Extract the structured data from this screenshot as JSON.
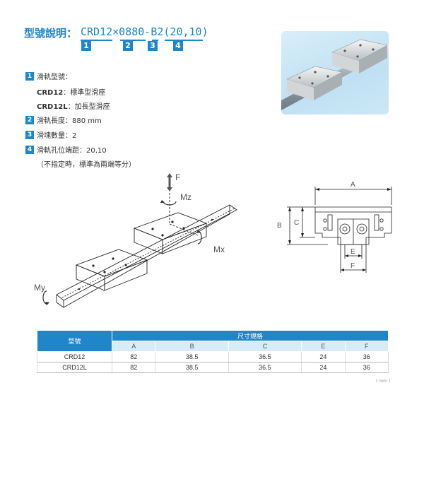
{
  "title": {
    "zh": "型號說明：",
    "code": "CRD12×0880-B2(20,10)",
    "numbers": [
      "1",
      "2",
      "3",
      "4"
    ]
  },
  "specs": [
    {
      "num": "1",
      "text": "滑軌型號："
    },
    {
      "num": "2",
      "text": "滑軌長度：880 mm"
    },
    {
      "num": "3",
      "text": "滑塊數量：2"
    },
    {
      "num": "4",
      "text": "滑軌孔位端距：20,10"
    }
  ],
  "models": [
    {
      "code": "CRD12",
      "desc": "：標準型滑座"
    },
    {
      "code": "CRD12L",
      "desc": "：加長型滑座"
    }
  ],
  "note": "（不指定時，標準為兩端等分）",
  "diagram_left": {
    "f": "F",
    "mz": "Mz",
    "mx": "Mx",
    "my": "My"
  },
  "diagram_right": {
    "a": "A",
    "b": "B",
    "c": "C",
    "e": "E",
    "f": "F"
  },
  "table": {
    "model_header": "型號",
    "size_header": "尺寸規格",
    "columns": [
      "A",
      "B",
      "C",
      "E",
      "F"
    ],
    "rows": [
      {
        "model": "CRD12",
        "values": [
          "82",
          "38.5",
          "36.5",
          "24",
          "36"
        ]
      },
      {
        "model": "CRD12L",
        "values": [
          "82",
          "38.5",
          "36.5",
          "24",
          "36"
        ]
      }
    ],
    "unit": "( mm )"
  },
  "colors": {
    "accent": "#1f86c9",
    "header_light": "#d8ecf8"
  }
}
